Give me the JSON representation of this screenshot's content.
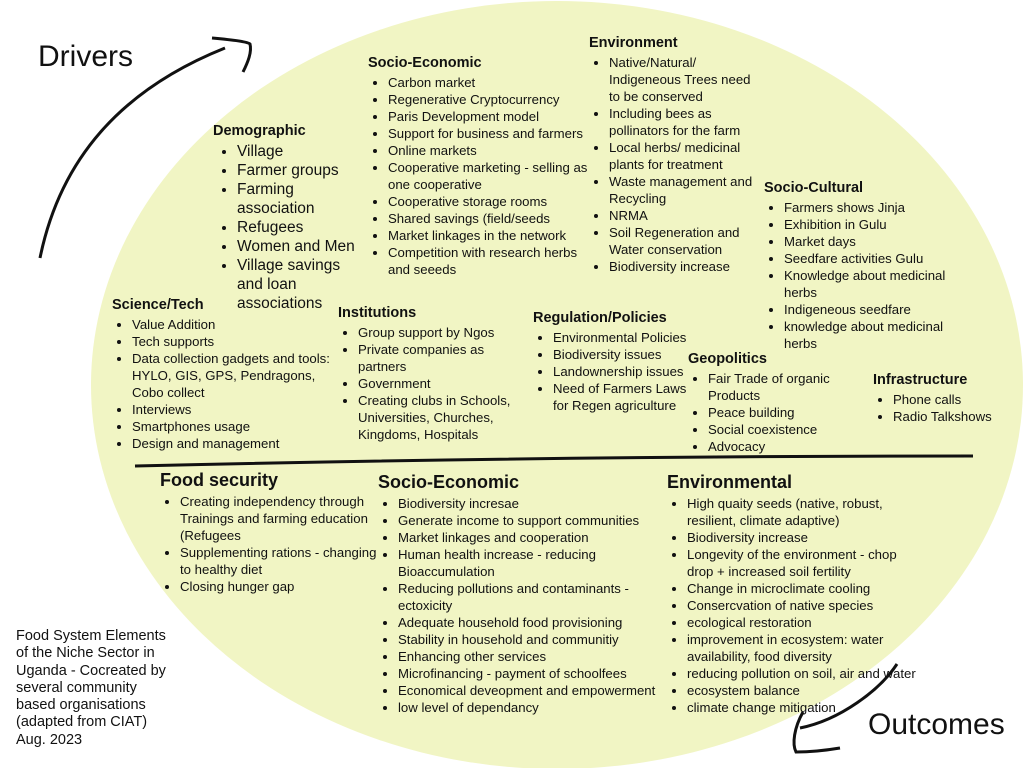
{
  "labels": {
    "drivers": "Drivers",
    "outcomes": "Outcomes"
  },
  "caption": "Food System Elements\nof the Niche Sector in\nUganda - Cocreated by\nseveral community\nbased organisations\n(adapted from CIAT)\nAug. 2023",
  "colors": {
    "ellipse_fill": "#f1f5c4",
    "stroke": "#111111"
  },
  "drivers": {
    "demographic": {
      "title": "Demographic",
      "items": [
        "Village",
        "Farmer groups",
        "Farming association",
        "Refugees",
        "Women and Men",
        "Village savings and loan associations"
      ]
    },
    "socio_economic": {
      "title": "Socio-Economic",
      "items": [
        "Carbon market",
        "Regenerative Cryptocurrency",
        "Paris Development model",
        "Support for business and farmers",
        "Online markets",
        "Cooperative marketing - selling as one cooperative",
        "Cooperative storage rooms",
        "Shared savings (field/seeds",
        "Market linkages in the network",
        "Competition with research herbs and seeeds"
      ]
    },
    "environment": {
      "title": "Environment",
      "items": [
        "Native/Natural/ Indigeneous Trees need to be conserved",
        "Including bees as pollinators for the farm",
        "Local herbs/ medicinal plants for treatment",
        "Waste management and Recycling",
        "NRMA",
        "Soil Regeneration and Water conservation",
        "Biodiversity increase"
      ]
    },
    "socio_cultural": {
      "title": "Socio-Cultural",
      "items": [
        "Farmers shows Jinja",
        "Exhibition in Gulu",
        "Market days",
        "Seedfare activities Gulu",
        "Knowledge about medicinal herbs",
        "Indigeneous seedfare",
        "knowledge about medicinal herbs"
      ]
    },
    "science_tech": {
      "title": "Science/Tech",
      "items": [
        "Value Addition",
        "Tech supports",
        "Data collection gadgets and tools: HYLO, GIS, GPS, Pendragons, Cobo collect",
        "Interviews",
        "Smartphones usage",
        "Design and management"
      ]
    },
    "institutions": {
      "title": "Institutions",
      "items": [
        "Group support by Ngos",
        "Private companies as partners",
        "Government",
        "Creating clubs in Schools, Universities, Churches, Kingdoms, Hospitals"
      ]
    },
    "regulation": {
      "title": "Regulation/Policies",
      "items": [
        "Environmental Policies",
        "Biodiversity issues",
        "Landownership issues",
        "Need of Farmers Laws for Regen agriculture"
      ]
    },
    "geopolitics": {
      "title": "Geopolitics",
      "items": [
        "Fair Trade of organic Products",
        "Peace building",
        "Social coexistence",
        "Advocacy"
      ]
    },
    "infrastructure": {
      "title": "Infrastructure",
      "items": [
        "Phone calls",
        "Radio Talkshows"
      ]
    }
  },
  "outcomes": {
    "food_security": {
      "title": "Food security",
      "items": [
        "Creating independency through Trainings and farming education (Refugees",
        "Supplementing rations - changing to healthy diet",
        "Closing hunger gap"
      ]
    },
    "socio_economic": {
      "title": "Socio-Economic",
      "items": [
        "Biodiversity incresae",
        "Generate income to support communities",
        "Market linkages and cooperation",
        "Human health increase - reducing Bioaccumulation",
        "Reducing pollutions and contaminants - ectoxicity",
        "Adequate household food provisioning",
        "Stability in household and communitiy",
        "Enhancing other services",
        "Microfinancing - payment of schoolfees",
        "Economical deveopment and empowerment",
        "low level of dependancy"
      ]
    },
    "environmental": {
      "title": "Environmental",
      "items": [
        "High quaity seeds (native, robust, resilient, climate adaptive)",
        "Biodiversity increase",
        "Longevity of the environment - chop drop + increased soil fertility",
        "Change in microclimate cooling",
        "Consercvation of native species",
        "ecological restoration",
        "improvement in ecosystem: water availability, food diversity",
        "reducing pollution on soil, air and water",
        "ecosystem balance",
        "climate change mitigation"
      ]
    }
  }
}
